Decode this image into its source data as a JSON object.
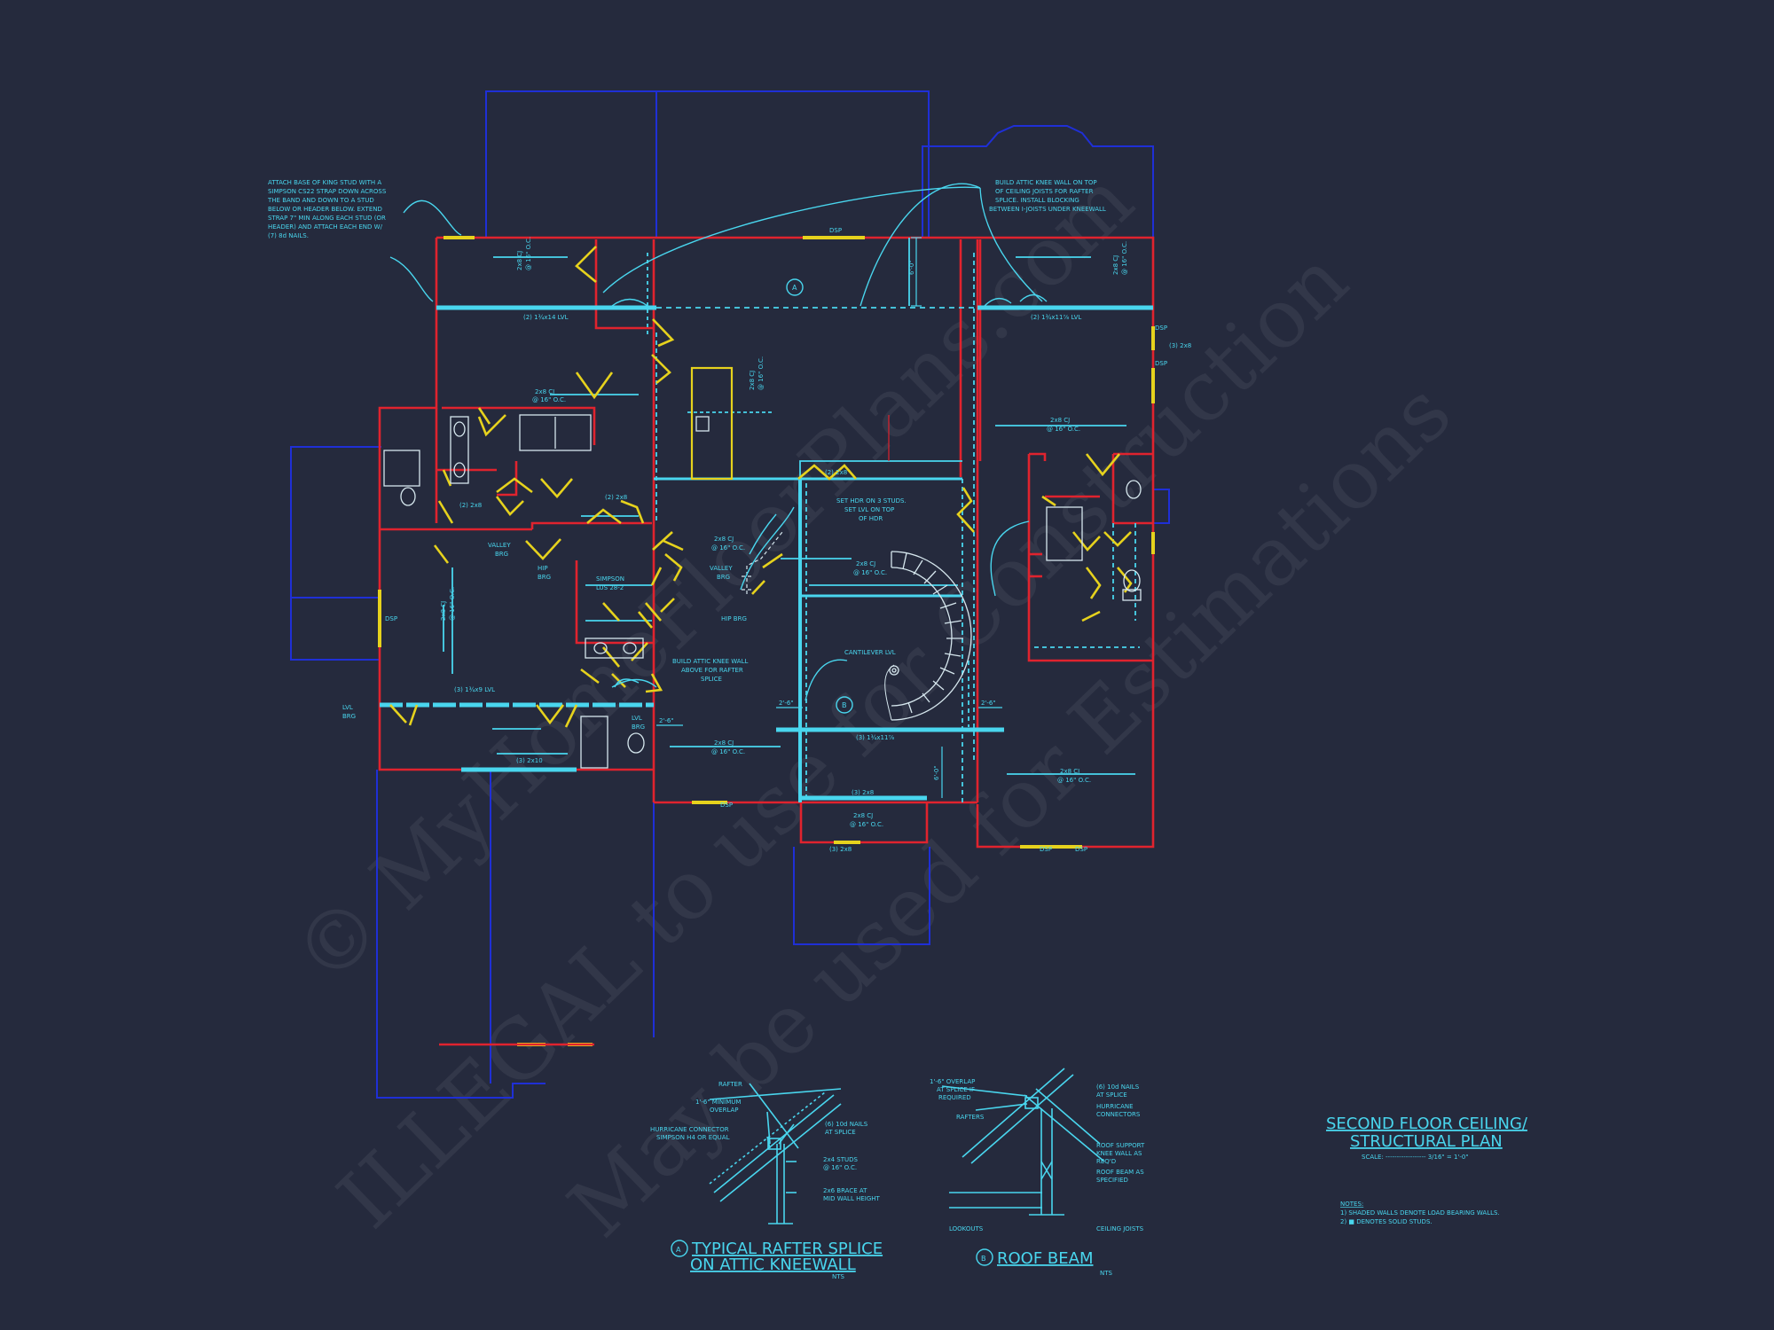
{
  "colors": {
    "background": "#252a3d",
    "outline": "#1f2fd6",
    "wall": "#e0232e",
    "beam": "#49d6ee",
    "door": "#e6d21d",
    "text": "#49d6ee"
  },
  "notes": {
    "king_stud": [
      "ATTACH BASE OF KING STUD WITH A",
      "SIMPSON CS22 STRAP DOWN ACROSS",
      "THE BAND AND DOWN TO A STUD",
      "BELOW OR HEADER BELOW. EXTEND",
      "STRAP 7\" MIN ALONG EACH STUD (OR",
      "HEADER) AND ATTACH EACH END W/",
      "(7) 8d NAILS."
    ],
    "attic_knee_wall": [
      "BUILD ATTIC KNEE WALL ON TOP",
      "OF CEILING JOISTS FOR RAFTER",
      "SPLICE. INSTALL BLOCKING",
      "BETWEEN I-JOISTS UNDER KNEEWALL"
    ],
    "set_hdr": [
      "SET HDR ON 3 STUDS.",
      "SET LVL ON TOP",
      "OF HDR"
    ],
    "knee_wall_above": [
      "BUILD ATTIC KNEE WALL",
      "ABOVE FOR RAFTER",
      "SPLICE"
    ],
    "cantilever": "CANTILEVER LVL",
    "valley_brg_1": [
      "VALLEY",
      "BRG"
    ],
    "valley_brg_2": [
      "VALLEY",
      "BRG"
    ],
    "hip_brg_1": [
      "HIP",
      "BRG"
    ],
    "hip_brg_2": "HIP BRG",
    "simpson": [
      "SIMPSON",
      "LUS 28-2"
    ],
    "lvl_brg_1": [
      "LVL",
      "BRG"
    ],
    "lvl_brg_2": [
      "LVL",
      "BRG"
    ]
  },
  "labels": {
    "beam_top_left": "(2) 1¾x14 LVL",
    "beam_top_right": "(2) 1¾x11⅞ LVL",
    "beam_mid_left": "(3) 1¾x9 LVL",
    "beam_mid_right": "(3) 1¾x11⅞",
    "cj_nw": "2x8 CJ",
    "cj_nw_oc": "@ 16\" O.C.",
    "cj_mid": "2x8 CJ",
    "cj_mid_oc": "@ 16\" O.C.",
    "cj_east": "2x8 CJ",
    "cj_east_oc": "@ 16\" O.C.",
    "cj_stair": "2x8 CJ",
    "cj_stair_oc": "@ 16\" O.C.",
    "cj_hall": "2x8 CJ",
    "cj_hall_oc": "@ 16\" O.C.",
    "cj_south": "2x8 CJ",
    "cj_south_oc": "@ 16\" O.C.",
    "cj_se": "2x8 CJ",
    "cj_se_oc": "@ 16\" O.C.",
    "cj_bay": "2x8 CJ",
    "cj_bay_oc": "@ 16\" O.C.",
    "dsp_top": "DSP",
    "dsp_right_1": "DSP",
    "dsp_right_2": "DSP",
    "dsp_left": "DSP",
    "dsp_bottom_1": "DSP",
    "dsp_bottom_2": "DSP",
    "dsp_bottom_3": "DSP",
    "two_2x8_1": "(2) 2x8",
    "two_2x8_2": "(2) 2x8",
    "three_2x8_1": "(3) 2x8",
    "three_2x8_2": "(3) 2x8",
    "three_2x8_3": "(3) 2x8",
    "three_2x10": "(3) 2x10",
    "dim_1": "2'-6\"",
    "dim_2": "2'-6\"",
    "dim_3": "2'-6\"",
    "dim_4": "6'-0\"",
    "dim_5": "6'-0\"",
    "section_a": "A",
    "section_b": "B"
  },
  "details": {
    "splice": {
      "marker": "A",
      "title_1": "TYPICAL RAFTER SPLICE",
      "title_2": "ON ATTIC KNEEWALL",
      "scale": "NTS",
      "rafter": "RAFTER",
      "overlap": [
        "1'-6\" MINIMUM",
        "OVERLAP"
      ],
      "hurricane": [
        "HURRICANE CONNECTOR",
        "SIMPSON H4 OR EQUAL"
      ],
      "nails": [
        "(6) 10d NAILS",
        "AT SPLICE"
      ],
      "studs": [
        "2x4 STUDS",
        "@ 16\" O.C."
      ],
      "brace": [
        "2x6 BRACE AT",
        "MID WALL HEIGHT"
      ]
    },
    "roof_beam": {
      "marker": "B",
      "title": "ROOF BEAM",
      "scale": "NTS",
      "overlap": [
        "1'-6\" OVERLAP",
        "AT SPLICE IF",
        "REQUIRED"
      ],
      "rafters": "RAFTERS",
      "nails": [
        "(6) 10d NAILS",
        "AT SPLICE"
      ],
      "hurricane": [
        "HURRICANE",
        "CONNECTORS"
      ],
      "support": [
        "ROOF SUPPORT",
        "KNEE WALL AS",
        "REQ'D"
      ],
      "beam": [
        "ROOF BEAM AS",
        "SPECIFIED"
      ],
      "lookouts": "LOOKOUTS",
      "joists": "CEILING JOISTS"
    }
  },
  "title_block": {
    "line1": "SECOND FLOOR CEILING/",
    "line2": "STRUCTURAL PLAN",
    "scale": "SCALE: ------------------ 3/16\" = 1'-0\"",
    "notes_heading": "NOTES:",
    "note1": "1) SHADED WALLS DENOTE LOAD BEARING WALLS.",
    "note2": "2) ■ DENOTES SOLID STUDS."
  },
  "watermark": {
    "line1": "© MyHomeFloorPlans.com",
    "line2": "ILLEGAL to use for Construction",
    "line3": "May be used for Estimations"
  }
}
